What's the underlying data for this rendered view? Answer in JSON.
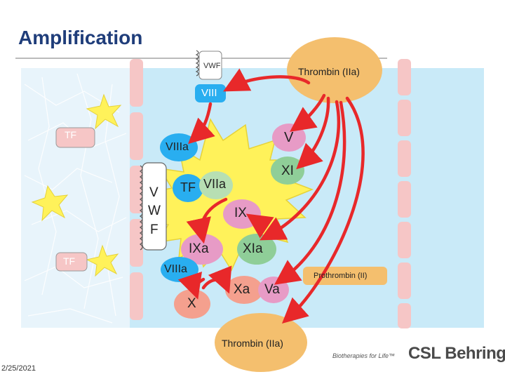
{
  "title": "Amplification",
  "date": "2/25/2021",
  "logo": {
    "tagline": "Biotherapies for Life™",
    "brand": "CSL Behring"
  },
  "labels": {
    "vwf_top": "VWF",
    "thrombin_top": "Thrombin (IIa)",
    "viii": "VIII",
    "tf_upper": "TF",
    "tf_lower": "TF",
    "viiia_top": "VIIIa",
    "v": "V",
    "xi": "XI",
    "vwf_v": "V",
    "vwf_w": "W",
    "vwf_f": "F",
    "tf_center": "TF",
    "viia": "VIIa",
    "ix": "IX",
    "ixa": "IXa",
    "xia": "XIa",
    "viiia_bottom": "VIIIa",
    "prothrombin": "Prothrombin (II)",
    "x": "X",
    "xa": "Xa",
    "va": "Va",
    "thrombin_bottom": "Thrombin (IIa)"
  },
  "colors": {
    "plasma": "#c9eaf8",
    "membrane": "#f6c6c6",
    "thrombin": "#f4bf6e",
    "platelet": "#fff25a",
    "arrow": "#e8282a",
    "factor_blue": "#29aef0",
    "factor_pink": "#e79bc6",
    "factor_green": "#8fce98",
    "factor_salmon": "#f4a08e",
    "factor_lightgreen": "#b7dfb3",
    "title": "#1f3d7a"
  }
}
